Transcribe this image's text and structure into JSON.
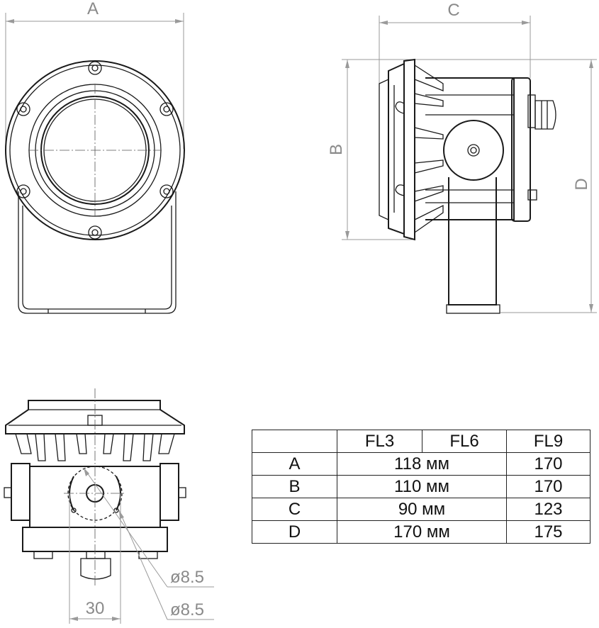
{
  "dimension_labels": {
    "a": "A",
    "b": "B",
    "c": "C",
    "d": "D",
    "width_30": "30",
    "hole_1": "ø8.5",
    "hole_2": "ø8.5"
  },
  "spec_table": {
    "header": [
      "",
      "FL3",
      "FL6",
      "FL9"
    ],
    "rows": [
      {
        "label": "A",
        "fl3_fl6": "118 мм",
        "fl9": "170"
      },
      {
        "label": "B",
        "fl3_fl6": "110 мм",
        "fl9": "170"
      },
      {
        "label": "C",
        "fl3_fl6": "90 мм",
        "fl9": "123"
      },
      {
        "label": "D",
        "fl3_fl6": "170 мм",
        "fl9": "175"
      }
    ]
  }
}
